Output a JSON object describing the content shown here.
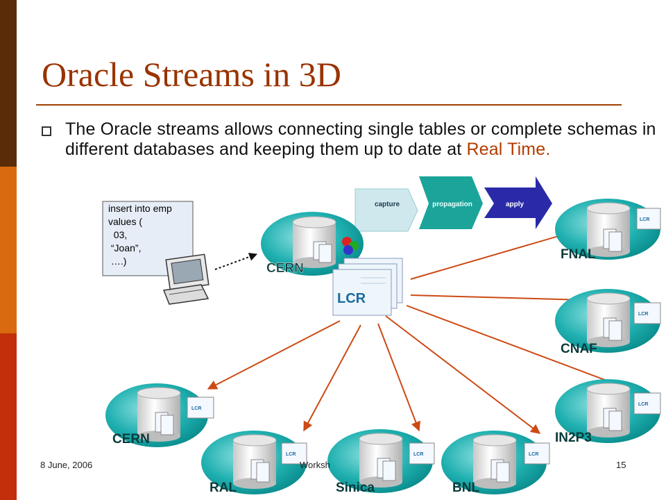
{
  "slide": {
    "title": "Oracle Streams in 3D",
    "bullet_text": "The Oracle streams allows connecting single tables or complete schemas in different databases and keeping them up to date at ",
    "bullet_highlight": "Real Time.",
    "colors": {
      "title": "#993300",
      "highlight": "#b33c00",
      "arrow": "#cc4a14",
      "teal": "#1aa6a6"
    }
  },
  "code_box": {
    "lines": [
      "insert into emp",
      "values (",
      "  03,",
      " “Joan”,",
      " ….)"
    ]
  },
  "pipeline": [
    "capture",
    "propagation",
    "apply"
  ],
  "lcr_label": "LCR",
  "source_node": "CERN",
  "target_nodes": [
    "FNAL",
    "CNAF",
    "IN2P3",
    "CERN",
    "RAL",
    "Sinica",
    "BNL"
  ],
  "footer": {
    "date": "8 June, 2006",
    "middle": "Worksh",
    "page": "15"
  }
}
